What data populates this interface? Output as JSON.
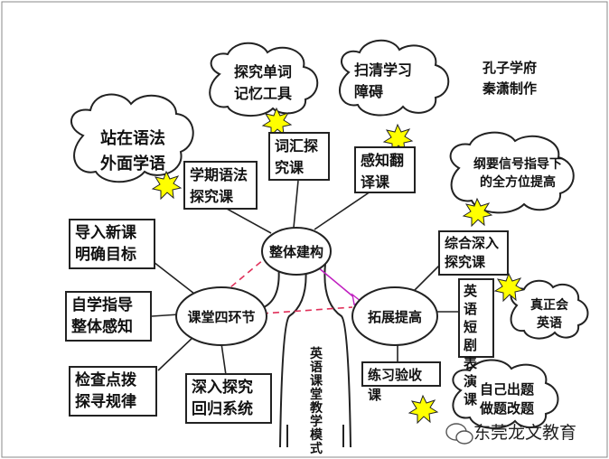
{
  "center": {
    "top_label": "整体建构",
    "left_label": "课堂四环节",
    "right_label": "拓展提高",
    "trunk_label": "英\n语\n课\n堂\n教\n学\n模\n式"
  },
  "boxes": {
    "semester_grammar": "学期语法\n探究课",
    "vocab": "词汇探\n究课",
    "perceive_translate": "感知翻\n译课",
    "intro_goal": "导入新课\n明确目标",
    "self_study": "自学指导\n整体感知",
    "check_rules": "检查点拨\n探寻规律",
    "deep_explore": "深入探究\n回归系统",
    "comprehensive": "综合深入\n探究课",
    "drama": "英语\n短剧\n表演\n课",
    "practice": "练习验收课"
  },
  "clouds": {
    "grammar_outside": "站在语法\n外面学语",
    "word_memory": "探究单词\n记忆工具",
    "clear_obstacles": "扫清学习\n障碍",
    "outline_signal": "纲要信号指导下\n的全方位提高",
    "real_english": "真正会\n英语",
    "self_question": "自己出题\n做题改题"
  },
  "credit": "孔子学府\n秦潇制作",
  "watermark": "东莞龙文教育",
  "colors": {
    "line": "#222222",
    "dashed": "#e0305a",
    "arrow": "#c020c0",
    "star": "#ffff00"
  }
}
